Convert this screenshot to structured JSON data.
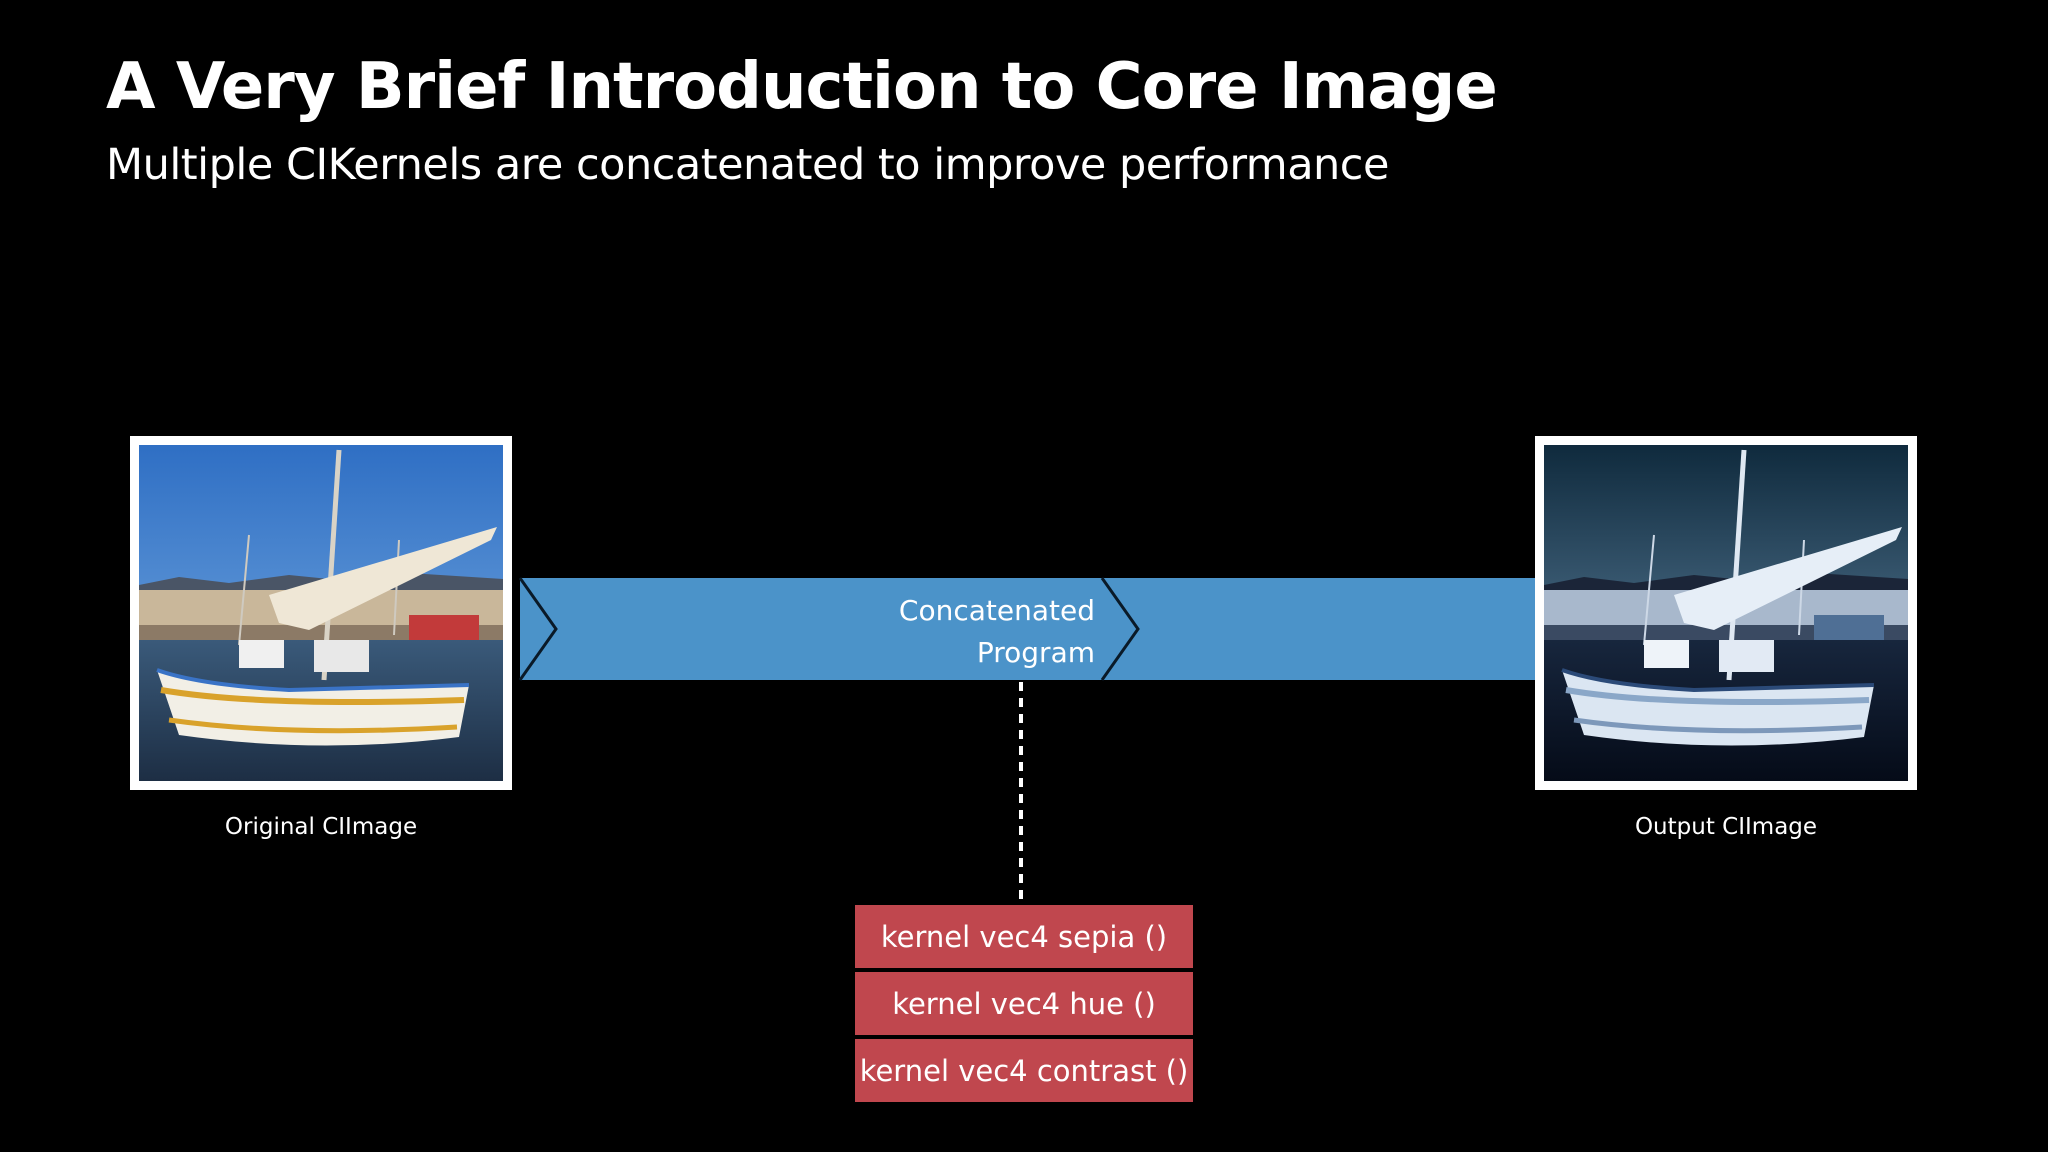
{
  "slide": {
    "title": "A Very Brief Introduction to Core Image",
    "subtitle": "Multiple CIKernels are concatenated to improve performance"
  },
  "input": {
    "caption": "Original CIImage"
  },
  "output": {
    "caption": "Output CIImage"
  },
  "program": {
    "label_line1": "Concatenated",
    "label_line2": "Program"
  },
  "kernels": [
    {
      "label": "kernel vec4 sepia ()"
    },
    {
      "label": "kernel vec4 hue ()"
    },
    {
      "label": "kernel vec4 contrast ()"
    }
  ],
  "colors": {
    "background": "#000000",
    "band": "#4b93c9",
    "kernel": "#c0474e",
    "text": "#ffffff"
  }
}
